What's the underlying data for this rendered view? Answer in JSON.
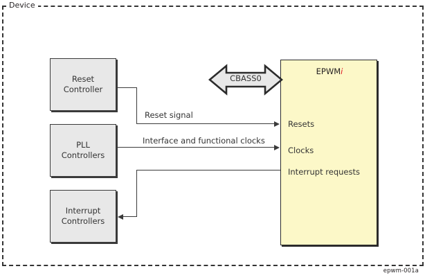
{
  "figure": {
    "device_label": "Device",
    "caption": "epwm-001a"
  },
  "blocks": [
    {
      "id": "reset",
      "line1": "Reset",
      "line2": "Controller"
    },
    {
      "id": "pll",
      "line1": "PLL",
      "line2": "Controllers"
    },
    {
      "id": "interrupt",
      "line1": "Interrupt",
      "line2": "Controllers"
    }
  ],
  "module": {
    "title_base": "EPWM",
    "title_index": "i",
    "ports": [
      {
        "id": "resets",
        "label": "Resets"
      },
      {
        "id": "clocks",
        "label": "Clocks"
      },
      {
        "id": "interrupt",
        "label": "Interrupt requests"
      }
    ]
  },
  "bus": {
    "label": "CBASS0"
  },
  "signals": [
    {
      "id": "reset-signal",
      "label": "Reset signal"
    },
    {
      "id": "clocks-signal",
      "label": "Interface and functional clocks"
    }
  ],
  "colors": {
    "module_fill": "#fcf8c8",
    "block_fill": "#e8e8e8",
    "stroke": "#3a3a3a",
    "index_accent": "#e01b24",
    "background": "#ffffff"
  }
}
